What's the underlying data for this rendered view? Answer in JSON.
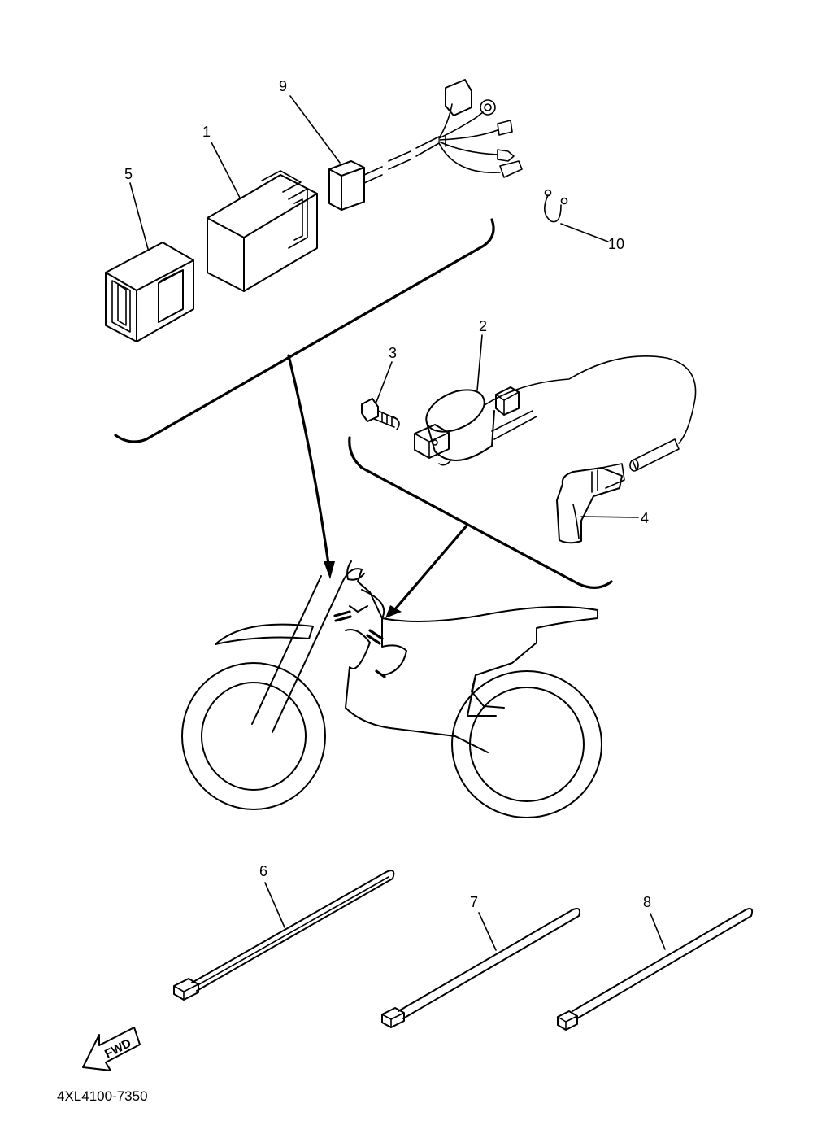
{
  "diagram": {
    "labels": {
      "p1": "1",
      "p2": "2",
      "p3": "3",
      "p4": "4",
      "p5": "5",
      "p6": "6",
      "p7": "7",
      "p8": "8",
      "p9": "9",
      "p10": "10"
    },
    "fwd_text": "FWD",
    "figure_code": "4XL4100-7350"
  }
}
